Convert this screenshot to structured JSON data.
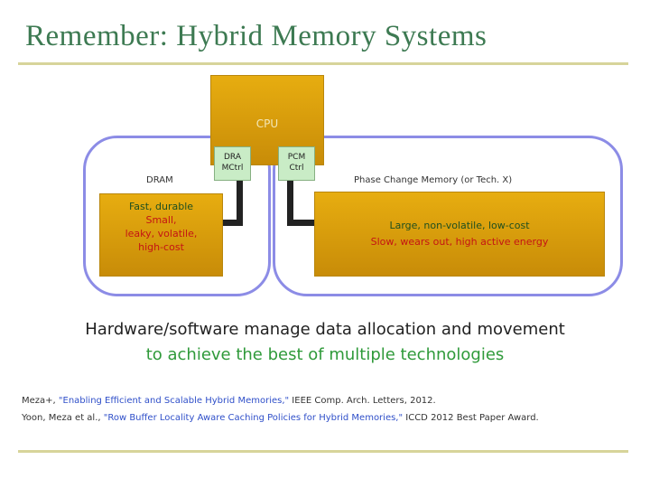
{
  "slide": {
    "title": "Remember: Hybrid Memory Systems"
  },
  "diagram": {
    "cpu_label": "CPU",
    "dram_ctrl": [
      "DRA",
      "MCtrl"
    ],
    "pcm_ctrl": [
      "PCM",
      "Ctrl"
    ],
    "dram_label": "DRAM",
    "pcm_label": "Phase Change Memory (or Tech. X)",
    "dram_pros": "Fast, durable",
    "dram_cons": [
      "Small,",
      "leaky, volatile,",
      "high-cost"
    ],
    "pcm_pros": "Large, non-volatile, low-cost",
    "pcm_cons": "Slow, wears out, high active energy"
  },
  "message": {
    "line1": "Hardware/software manage data allocation and movement",
    "line2": "to achieve the best of multiple technologies"
  },
  "references": {
    "ref1_authors": "Meza+, ",
    "ref1_title": "\"Enabling Efficient and Scalable Hybrid Memories,\"",
    "ref1_venue": " IEEE Comp. Arch. Letters, 2012.",
    "ref2_authors": "Yoon, Meza et al., ",
    "ref2_title": "\"Row Buffer Locality Aware Caching Policies for Hybrid Memories,\"",
    "ref2_venue": " ICCD 2012 Best Paper Award."
  },
  "colors": {
    "title": "#3d7a52",
    "box_fill": "#e7ad10",
    "group_border": "#8c8ce6",
    "controller_fill": "#c9ecc6",
    "highlight_green": "#2f9a3a",
    "highlight_red": "#c41414",
    "link_blue": "#2f4fc9"
  }
}
